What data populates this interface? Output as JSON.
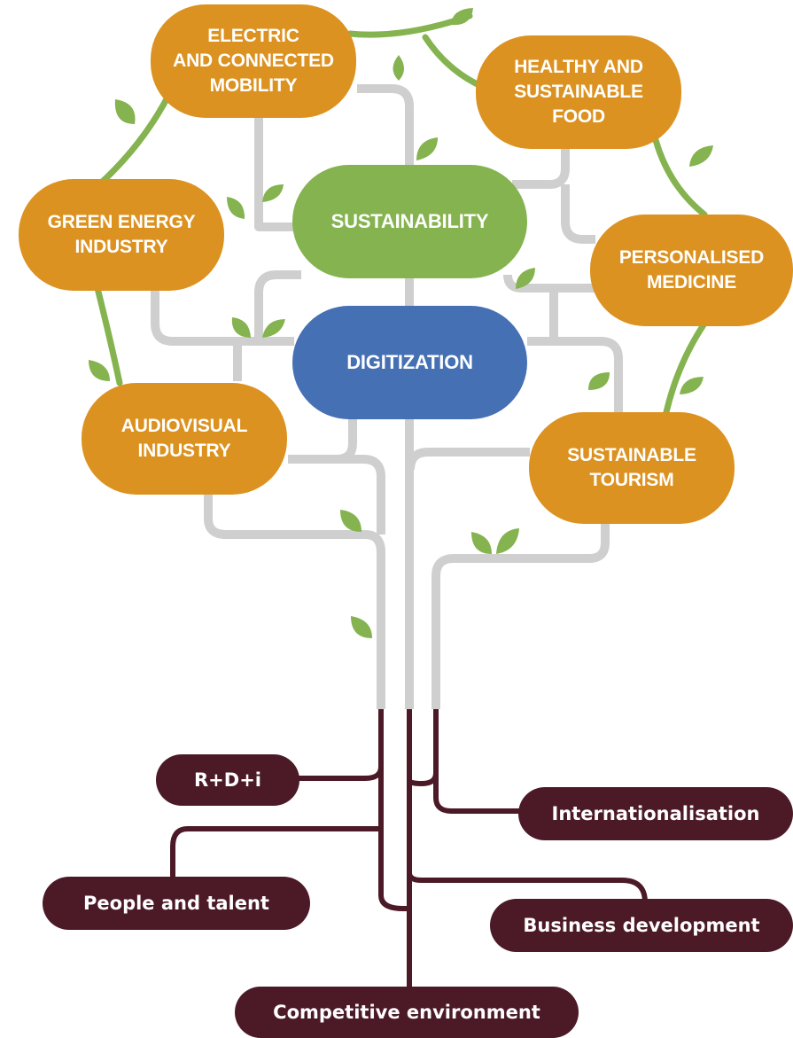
{
  "colors": {
    "sector_fill": "#dc9220",
    "sustainability_fill": "#84b34f",
    "digitization_fill": "#4570b4",
    "root_fill": "#4b1a26",
    "branch_line": "#cfcfcf",
    "vine": "#84b34f",
    "leaf": "#84b34f",
    "text": "#ffffff"
  },
  "core_nodes": {
    "sustainability": "SUSTAINABILITY",
    "digitization": "DIGITIZATION"
  },
  "sector_nodes": {
    "electric_mobility": "ELECTRIC\nAND CONNECTED\nMOBILITY",
    "healthy_food": "HEALTHY AND\nSUSTAINABLE\nFOOD",
    "green_energy": "GREEN ENERGY\nINDUSTRY",
    "personalised_medicine": "PERSONALISED\nMEDICINE",
    "audiovisual": "AUDIOVISUAL\nINDUSTRY",
    "sustainable_tourism": "SUSTAINABLE\nTOURISM"
  },
  "root_nodes": {
    "rdi": "R+D+i",
    "internationalisation": "Internationalisation",
    "people_talent": "People and talent",
    "business_development": "Business development",
    "competitive_environment": "Competitive environment"
  }
}
